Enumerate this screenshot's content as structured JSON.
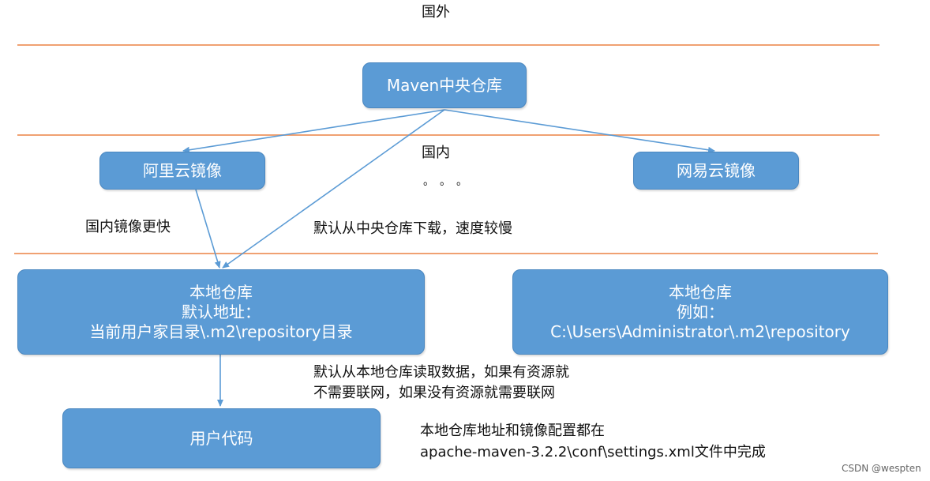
{
  "regions": {
    "overseas": "国外",
    "domestic": "国内",
    "ellipsis": "。。。"
  },
  "boxes": {
    "central_repo": "Maven中央仓库",
    "aliyun_mirror": "阿里云镜像",
    "netease_mirror": "网易云镜像",
    "local_repo": {
      "line1": "本地仓库",
      "line2": "默认地址：",
      "line3": "当前用户家目录\\.m2\\repository目录"
    },
    "local_repo_example": {
      "line1": "本地仓库",
      "line2": "例如：",
      "line3": "C:\\Users\\Administrator\\.m2\\repository"
    },
    "user_code": "用户代码"
  },
  "labels": {
    "mirror_faster": "国内镜像更快",
    "central_slow": "默认从中央仓库下载，速度较慢",
    "local_read_line1": "默认从本地仓库读取数据，如果有资源就",
    "local_read_line2": "不需要联网，如果没有资源就需要联网",
    "config_line1": "本地仓库地址和镜像配置都在",
    "config_line2": "apache-maven-3.2.2\\conf\\settings.xml文件中完成"
  },
  "watermark": "CSDN @wespten",
  "colors": {
    "box_fill": "#5b9bd5",
    "divider": "#f0a172",
    "arrow": "#5b9bd5"
  }
}
